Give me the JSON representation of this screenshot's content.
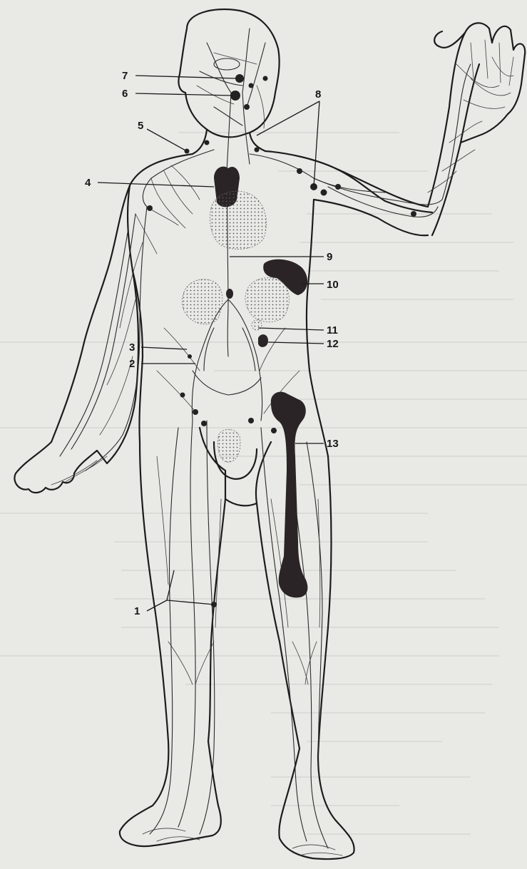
{
  "figure": {
    "labels": [
      {
        "id": "label-1",
        "text": "1"
      },
      {
        "id": "label-2",
        "text": "2"
      },
      {
        "id": "label-3",
        "text": "3"
      },
      {
        "id": "label-4",
        "text": "4"
      },
      {
        "id": "label-5",
        "text": "5"
      },
      {
        "id": "label-6",
        "text": "6"
      },
      {
        "id": "label-7",
        "text": "7"
      },
      {
        "id": "label-8",
        "text": "8"
      },
      {
        "id": "label-9",
        "text": "9"
      },
      {
        "id": "label-10",
        "text": "10"
      },
      {
        "id": "label-11",
        "text": "11"
      },
      {
        "id": "label-12",
        "text": "12"
      },
      {
        "id": "label-13",
        "text": "13"
      }
    ],
    "colors": {
      "paper": "#e9e9e6",
      "ink": "#1c1c1c",
      "organ_fill": "#2a2426"
    }
  }
}
